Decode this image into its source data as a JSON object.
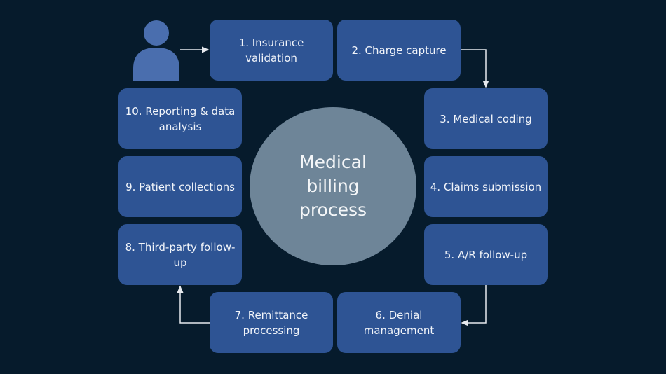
{
  "title": "Medical billing process",
  "center_label": "Medical billing process",
  "colors": {
    "background": "#061b2c",
    "step_box": "#2e5494",
    "center_circle": "#6e8598",
    "person_icon": "#4a6eae",
    "arrow": "#e6e9ee"
  },
  "person_icon": "user-icon",
  "steps": [
    {
      "number": 1,
      "label": "1. Insurance validation"
    },
    {
      "number": 2,
      "label": "2. Charge capture"
    },
    {
      "number": 3,
      "label": "3. Medical coding"
    },
    {
      "number": 4,
      "label": "4. Claims submission"
    },
    {
      "number": 5,
      "label": "5. A/R follow-up"
    },
    {
      "number": 6,
      "label": "6. Denial management"
    },
    {
      "number": 7,
      "label": "7. Remittance processing"
    },
    {
      "number": 8,
      "label": "8. Third-party follow-up"
    },
    {
      "number": 9,
      "label": "9. Patient collections"
    },
    {
      "number": 10,
      "label": "10. Reporting & data analysis"
    }
  ]
}
